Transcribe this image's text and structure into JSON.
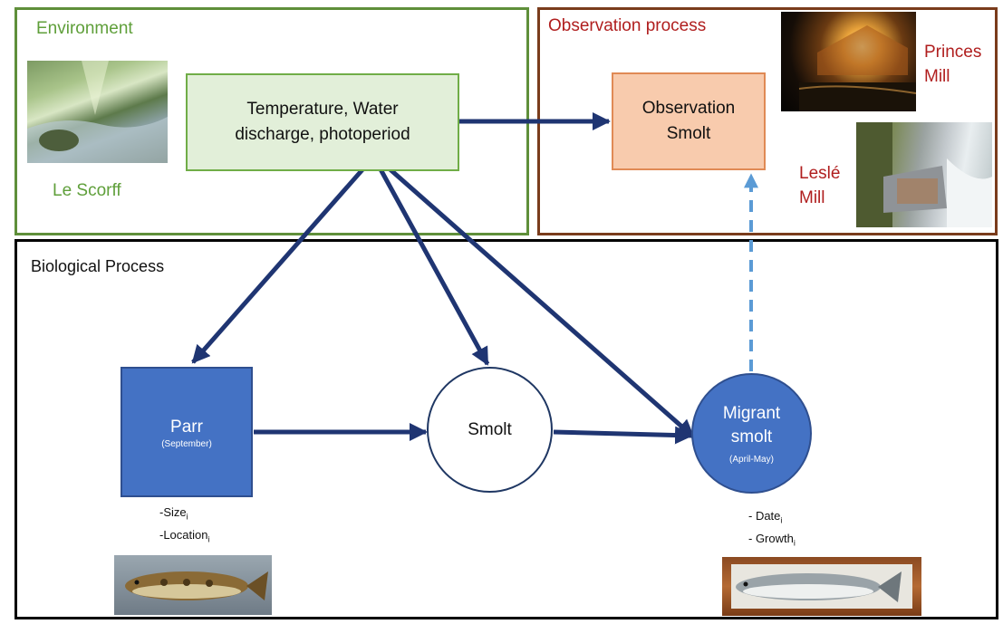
{
  "environment": {
    "title": "Environment",
    "node_line1": "Temperature, Water",
    "node_line2": "discharge, photoperiod",
    "site": "Le Scorff"
  },
  "observation": {
    "title": "Observation process",
    "node_line1": "Observation",
    "node_line2": "Smolt",
    "site1_line1": "Princes",
    "site1_line2": "Mill",
    "site2_line1": "Leslé",
    "site2_line2": "Mill"
  },
  "biological": {
    "title": "Biological Process",
    "parr": {
      "label": "Parr",
      "season": "(September)",
      "attr1": "-Size",
      "attr2": "-Location",
      "sub": "i"
    },
    "smolt": {
      "label": "Smolt"
    },
    "migrant": {
      "label_line1": "Migrant",
      "label_line2": "smolt",
      "season": "(April-May)",
      "attr1": "- Date",
      "attr2": "- Growth",
      "sub": "i"
    }
  },
  "colors": {
    "arrow": "#1f3572",
    "dashed_arrow": "#5b9bd5",
    "env_border": "#5f8f3a",
    "obs_border": "#7a3c1c",
    "blue_node": "#4472c4"
  }
}
